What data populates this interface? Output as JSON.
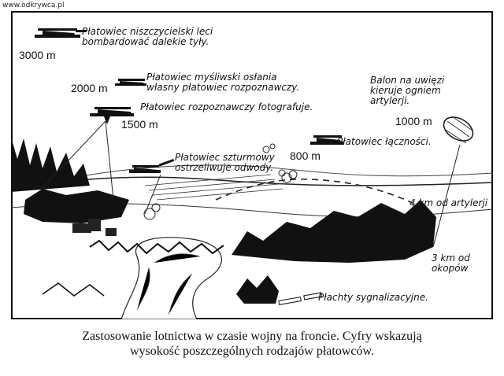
{
  "watermark": "www.odkrywca.pl",
  "labels": {
    "bomber": "Płatowiec niszczycielski leci bombardować dalekie tyły.",
    "fighter": "Płatowiec myśliwski osłania własny płatowiec rozpoznawczy.",
    "recon": "Płatowiec rozpoznawczy fotografuje.",
    "balloon": "Balon na uwięzi kieruje ogniem artylerji.",
    "liaison": "Płatowiec łączności.",
    "assault": "Płatowiec szturmowy ostrzeliwuje odwody.",
    "artillery_distance": "4 km od artylerji",
    "trench_distance": "3 km od okopów",
    "signal_panels": "Płachty sygnalizacyjne."
  },
  "altitudes": {
    "bomber": "3000 m",
    "fighter": "2000 m",
    "recon": "1500 m",
    "balloon": "1000 m",
    "liaison": "800 m"
  },
  "caption": {
    "line1": "Zastosowanie lotnictwa w czasie wojny na froncie. Cyfry wskazują",
    "line2": "wysokość poszczególnych rodzajów płatowców."
  }
}
